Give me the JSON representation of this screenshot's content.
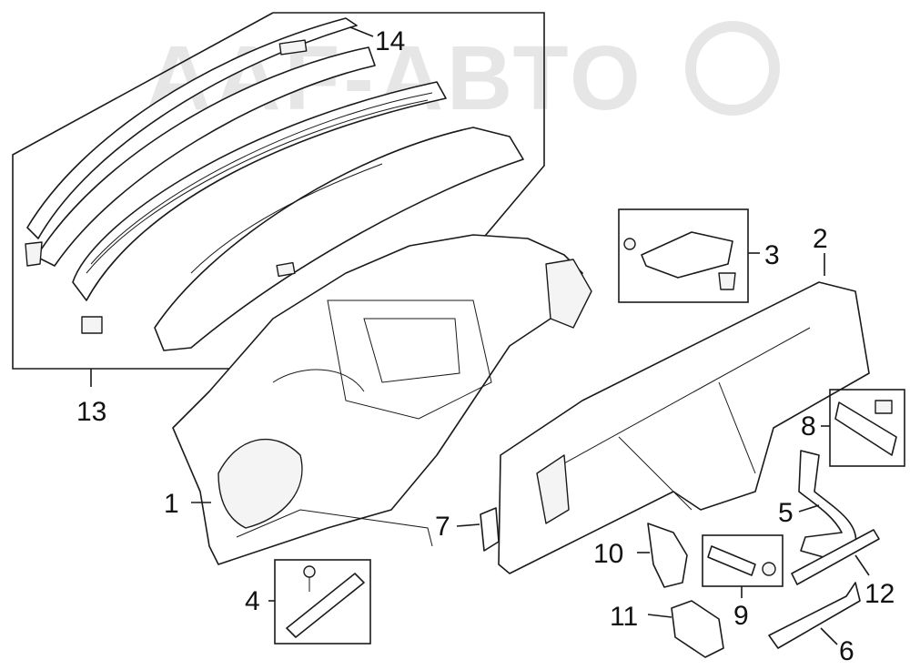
{
  "watermark": {
    "text": "AAF-АВТО",
    "color": "#e6e6e6"
  },
  "line_color": "#1a1a1a",
  "callouts": [
    {
      "id": "1",
      "label": "1"
    },
    {
      "id": "2",
      "label": "2"
    },
    {
      "id": "3",
      "label": "3"
    },
    {
      "id": "4",
      "label": "4"
    },
    {
      "id": "5",
      "label": "5"
    },
    {
      "id": "6",
      "label": "6"
    },
    {
      "id": "7",
      "label": "7"
    },
    {
      "id": "8",
      "label": "8"
    },
    {
      "id": "9",
      "label": "9"
    },
    {
      "id": "10",
      "label": "10"
    },
    {
      "id": "11",
      "label": "11"
    },
    {
      "id": "12",
      "label": "12"
    },
    {
      "id": "13",
      "label": "13"
    },
    {
      "id": "14",
      "label": "14"
    }
  ]
}
